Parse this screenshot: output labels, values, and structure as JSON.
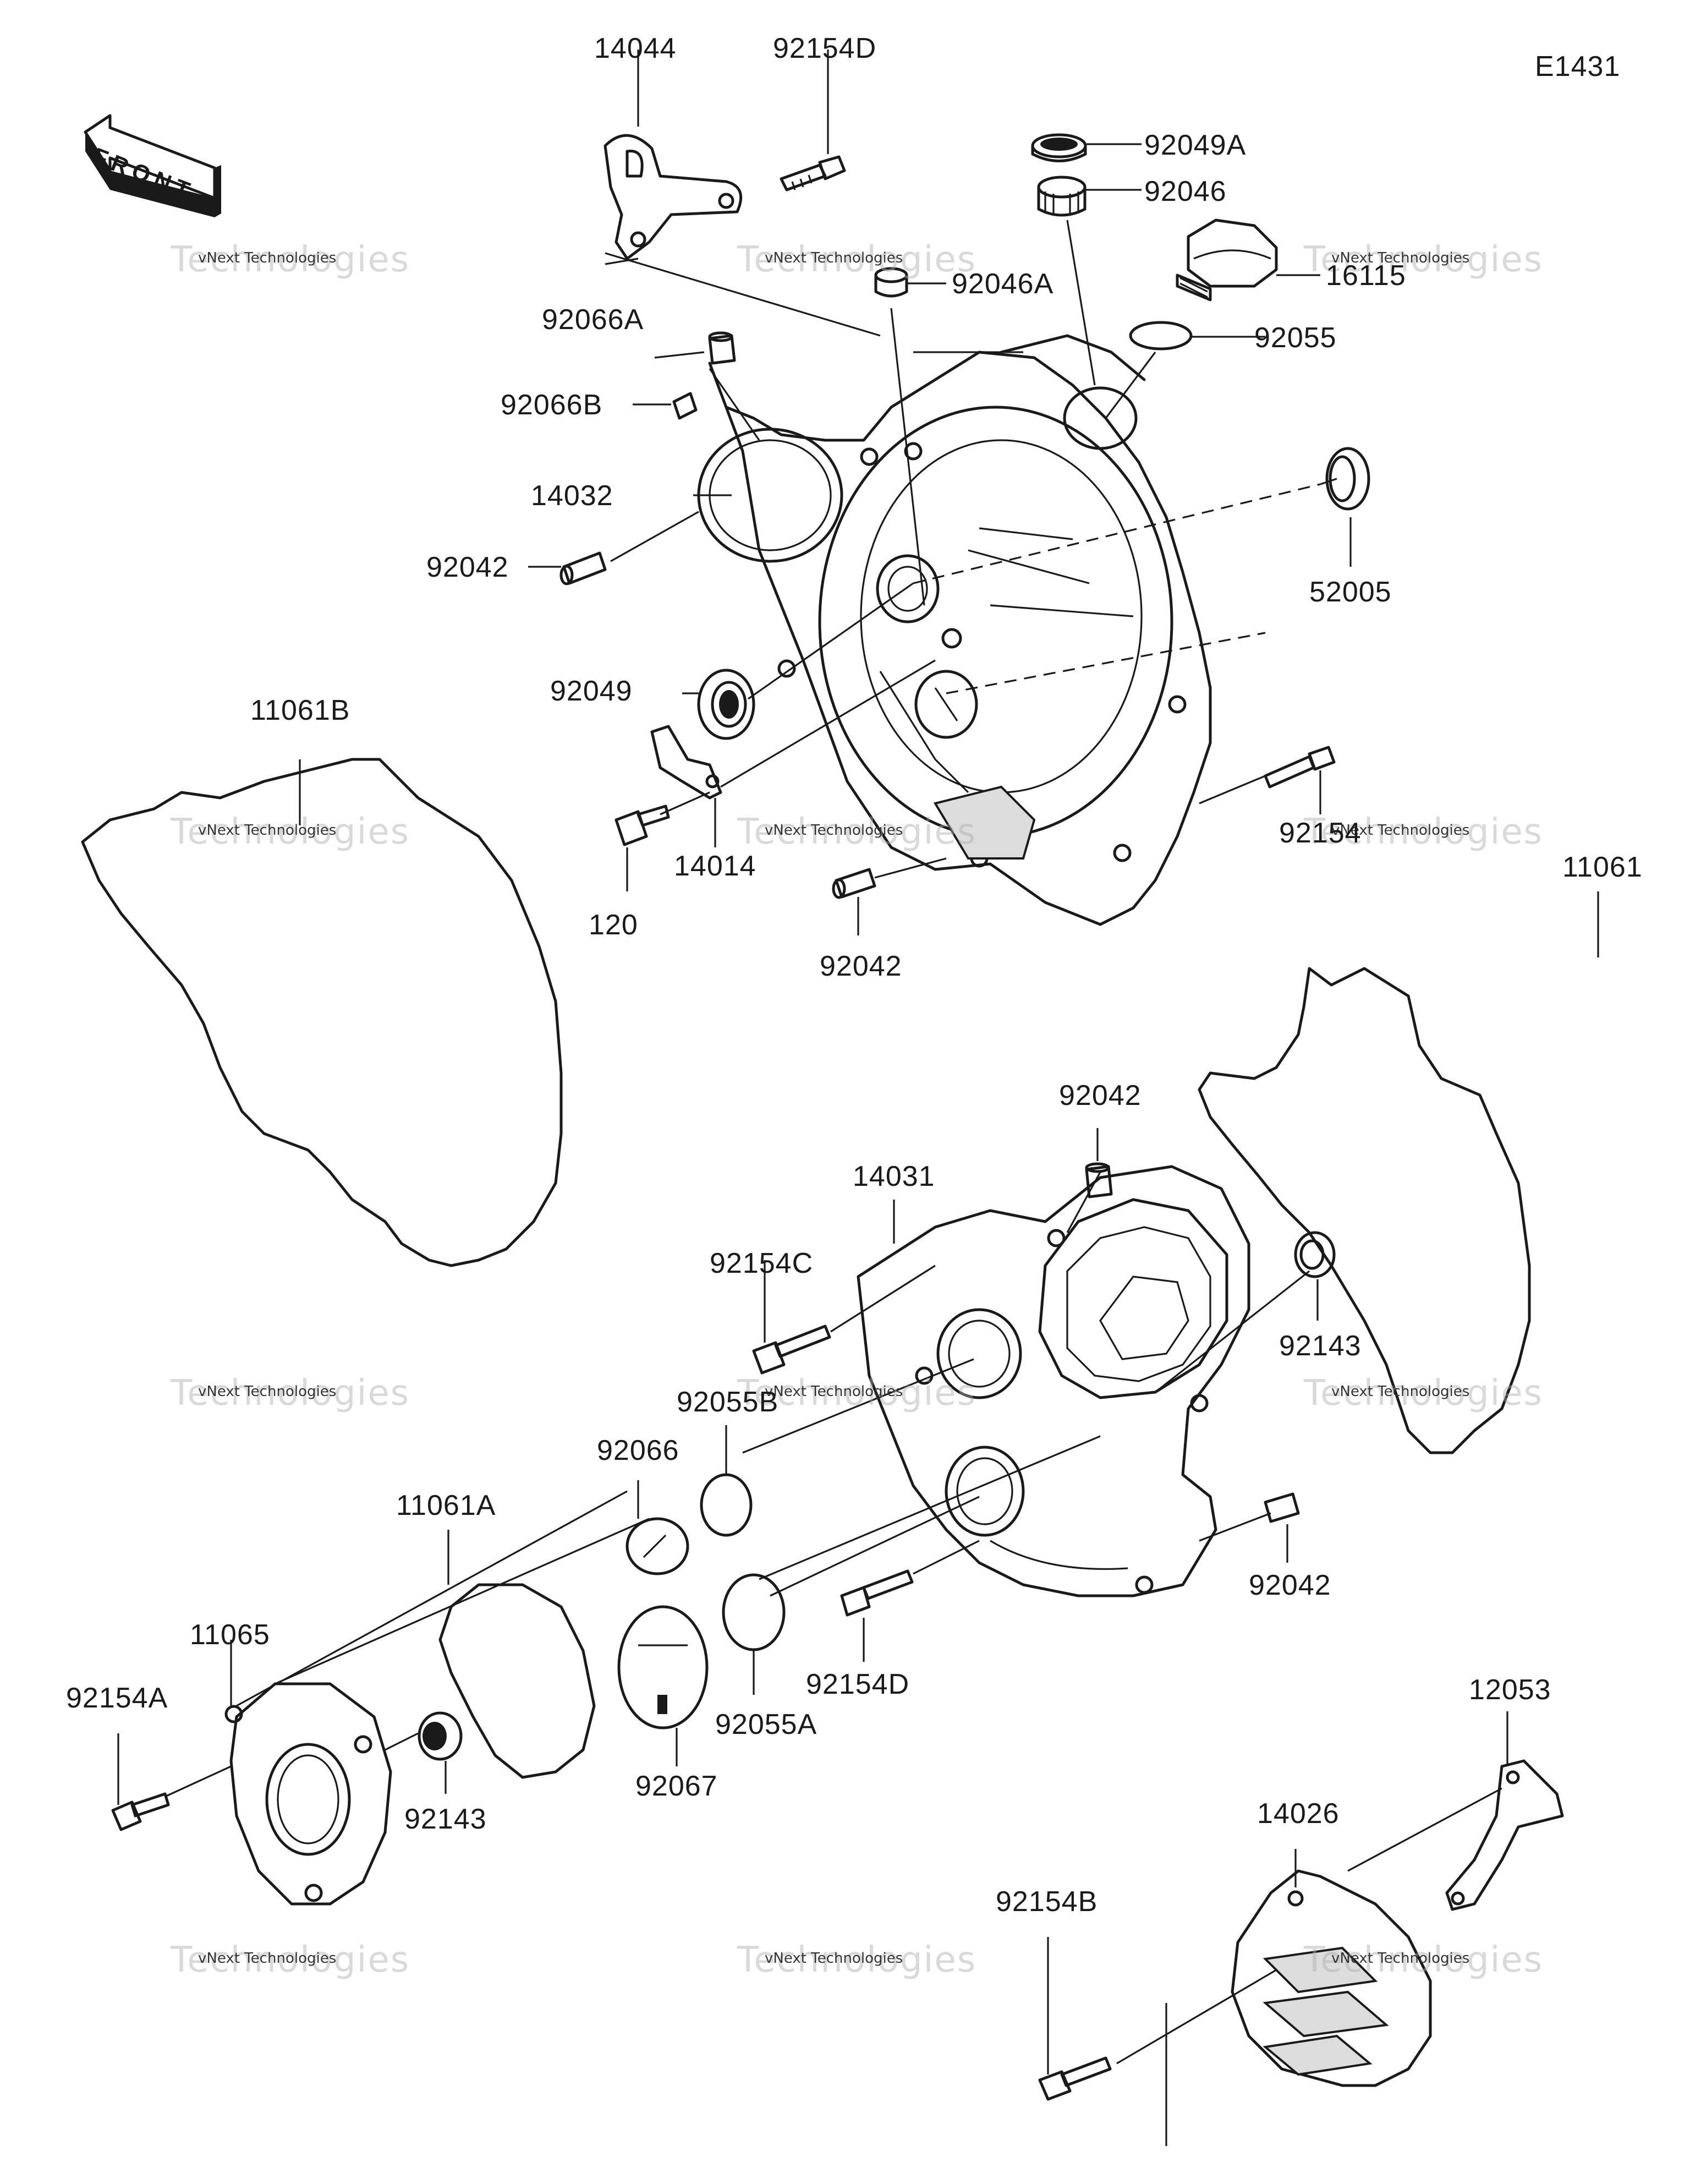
{
  "diagram_code": "E1431",
  "front_label": "FRONT",
  "watermark": {
    "line1": "vNext Technologies",
    "line2": "Technologies"
  },
  "callouts": [
    {
      "id": "c14044",
      "text": "14044"
    },
    {
      "id": "c92154D_top",
      "text": "92154D"
    },
    {
      "id": "c92049A",
      "text": "92049A"
    },
    {
      "id": "c92046",
      "text": "92046"
    },
    {
      "id": "c16115",
      "text": "16115"
    },
    {
      "id": "c92046A",
      "text": "92046A"
    },
    {
      "id": "c92055",
      "text": "92055"
    },
    {
      "id": "c92066A",
      "text": "92066A"
    },
    {
      "id": "c92066B",
      "text": "92066B"
    },
    {
      "id": "c14032",
      "text": "14032"
    },
    {
      "id": "c52005",
      "text": "52005"
    },
    {
      "id": "c92042_a",
      "text": "92042"
    },
    {
      "id": "c92049",
      "text": "92049"
    },
    {
      "id": "c11061B",
      "text": "11061B"
    },
    {
      "id": "c14014",
      "text": "14014"
    },
    {
      "id": "c120",
      "text": "120"
    },
    {
      "id": "c92154",
      "text": "92154"
    },
    {
      "id": "c92042_b",
      "text": "92042"
    },
    {
      "id": "c11061",
      "text": "11061"
    },
    {
      "id": "c92042_c",
      "text": "92042"
    },
    {
      "id": "c14031",
      "text": "14031"
    },
    {
      "id": "c92154C",
      "text": "92154C"
    },
    {
      "id": "c92143_r",
      "text": "92143"
    },
    {
      "id": "c92055B",
      "text": "92055B"
    },
    {
      "id": "c92066",
      "text": "92066"
    },
    {
      "id": "c11061A",
      "text": "11061A"
    },
    {
      "id": "c92042_d",
      "text": "92042"
    },
    {
      "id": "c11065",
      "text": "11065"
    },
    {
      "id": "c92154A",
      "text": "92154A"
    },
    {
      "id": "c92154D_bot",
      "text": "92154D"
    },
    {
      "id": "c92055A",
      "text": "92055A"
    },
    {
      "id": "c12053",
      "text": "12053"
    },
    {
      "id": "c92143_l",
      "text": "92143"
    },
    {
      "id": "c92067",
      "text": "92067"
    },
    {
      "id": "c14026",
      "text": "14026"
    },
    {
      "id": "c92154B",
      "text": "92154B"
    }
  ]
}
